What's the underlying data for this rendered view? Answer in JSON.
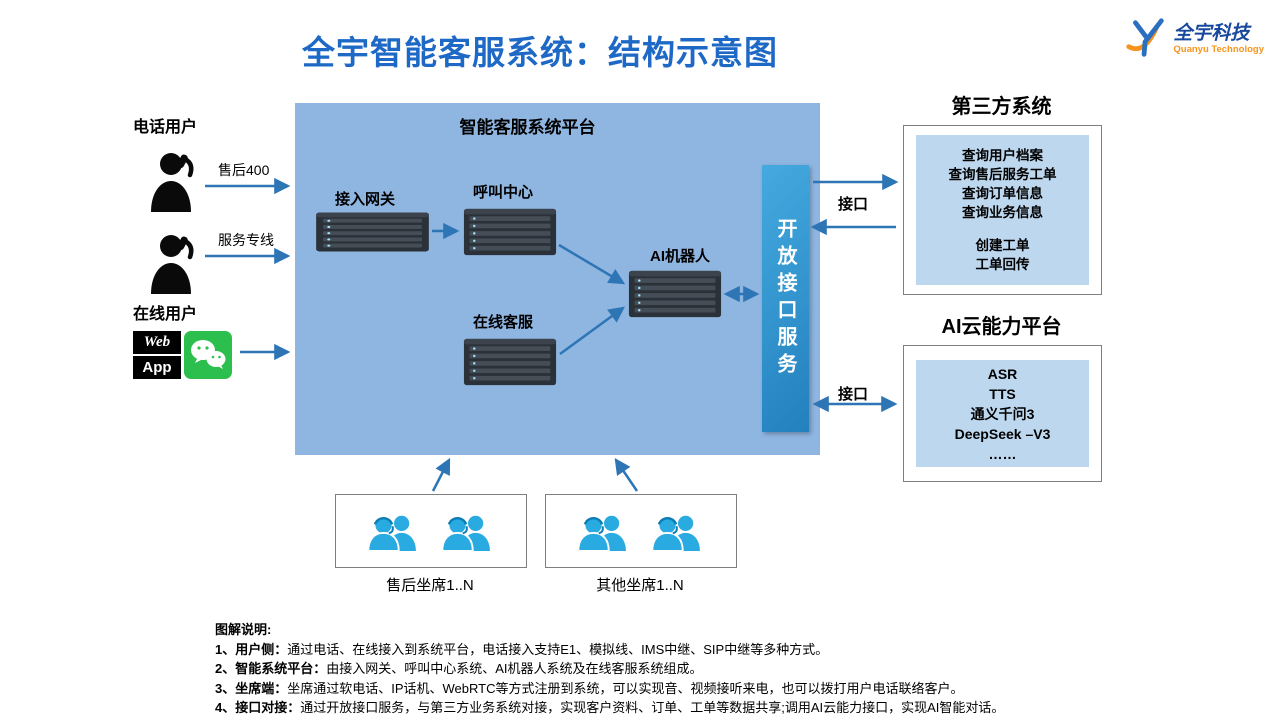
{
  "title": "全宇智能客服系统：结构示意图",
  "logo": {
    "name": "全宇科技",
    "sub": "Quanyu Technology"
  },
  "left": {
    "phone_users_label": "电话用户",
    "line_after_sales": "售后400",
    "line_service": "服务专线",
    "online_users_label": "在线用户",
    "web_badge": "Web",
    "app_badge": "App"
  },
  "platform": {
    "title": "智能客服系统平台",
    "gateway": "接入网关",
    "call_center": "呼叫中心",
    "ai_robot": "AI机器人",
    "online_service": "在线客服",
    "open_interface": "开放接口服务"
  },
  "third_party": {
    "title": "第三方系统",
    "query_items": [
      "查询用户档案",
      "查询售后服务工单",
      "查询订单信息",
      "查询业务信息"
    ],
    "action_items": [
      "创建工单",
      "工单回传"
    ]
  },
  "ai_cloud": {
    "title": "AI云能力平台",
    "items": [
      "ASR",
      "TTS",
      "通义千问3",
      "DeepSeek –V3",
      "……"
    ]
  },
  "connections": {
    "interface_top": "接口",
    "interface_bottom": "接口"
  },
  "agents": {
    "box1_label": "售后坐席1..N",
    "box2_label": "其他坐席1..N"
  },
  "legend": {
    "title": "图解说明:",
    "items": [
      {
        "label": "1、用户侧：",
        "text": "通过电话、在线接入到系统平台，电话接入支持E1、模拟线、IMS中继、SIP中继等多种方式。"
      },
      {
        "label": "2、智能系统平台：",
        "text": "由接入网关、呼叫中心系统、AI机器人系统及在线客服系统组成。"
      },
      {
        "label": "3、坐席端：",
        "text": "坐席通过软电话、IP话机、WebRTC等方式注册到系统，可以实现音、视频接听来电，也可以拨打用户电话联络客户。"
      },
      {
        "label": "4、接口对接：",
        "text": "通过开放接口服务，与第三方业务系统对接，实现客户资料、订单、工单等数据共享;调用AI云能力接口，实现AI智能对话。"
      }
    ]
  },
  "colors": {
    "title_blue": "#1E68C6",
    "platform_fill": "#8FB5E1",
    "bar_blue": "#2380BE",
    "arrow_blue": "#2E75B6",
    "inner_fill": "#BDD7EE",
    "agent_blue": "#29ABE2",
    "wechat_green": "#2DBF4E",
    "logo_orange": "#F7941D"
  }
}
